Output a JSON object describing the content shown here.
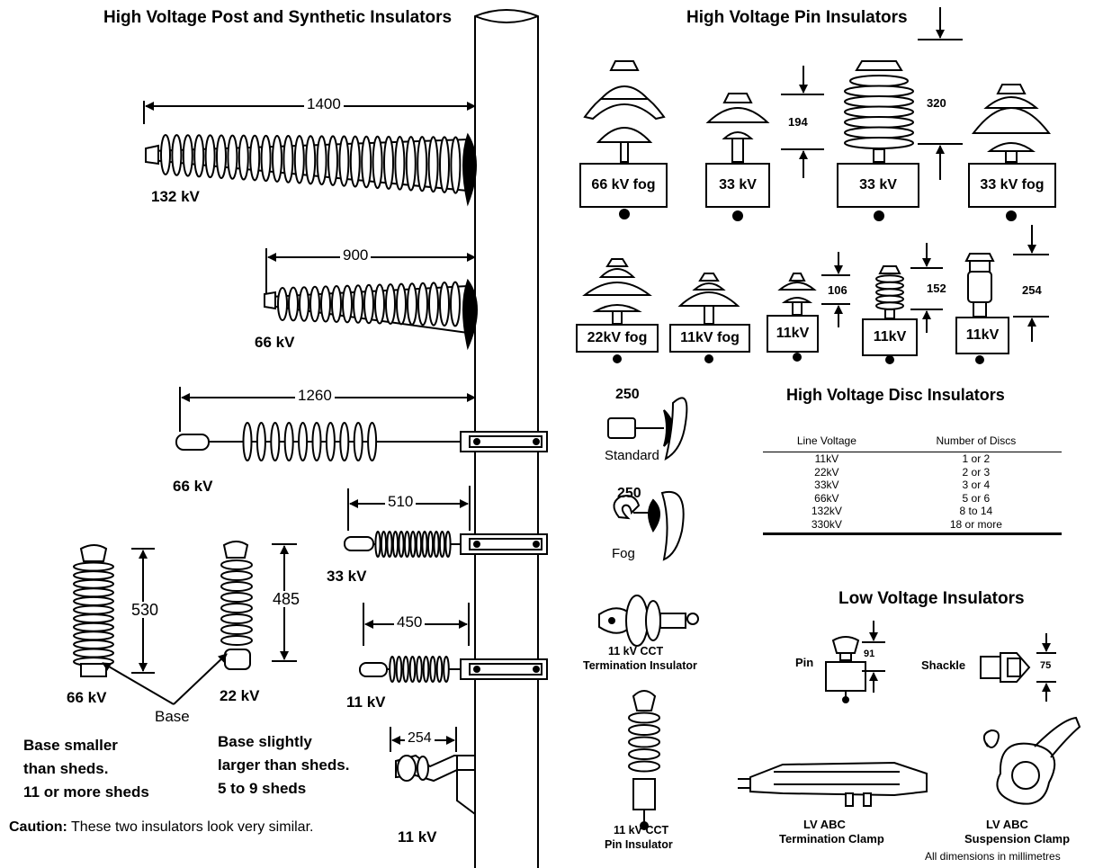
{
  "titles": {
    "post_synthetic": "High Voltage Post and Synthetic Insulators",
    "pin": "High Voltage Pin Insulators",
    "disc": "High Voltage Disc Insulators",
    "low_voltage": "Low Voltage Insulators"
  },
  "post_synthetic": {
    "items": [
      {
        "voltage": "132 kV",
        "dimension": "1400"
      },
      {
        "voltage": "66 kV",
        "dimension": "900"
      },
      {
        "voltage": "66 kV",
        "dimension": "1260"
      },
      {
        "voltage": "33 kV",
        "dimension": "510"
      },
      {
        "voltage": "11 kV",
        "dimension": "450"
      },
      {
        "voltage": "11 kV",
        "dimension": "254"
      }
    ],
    "comparison": {
      "left_voltage": "66 kV",
      "left_height": "530",
      "right_voltage": "22 kV",
      "right_height": "485",
      "base_label": "Base",
      "left_note": [
        "Base smaller",
        "than sheds.",
        "11 or more sheds"
      ],
      "right_note": [
        "Base slightly",
        "larger than sheds.",
        "5 to 9 sheds"
      ],
      "caution_label": "Caution:",
      "caution_text": " These two insulators look very similar."
    }
  },
  "pin": {
    "row1": [
      "66 kV fog",
      "33 kV",
      "33 kV",
      "33 kV fog"
    ],
    "row1_dims": [
      "194",
      "320"
    ],
    "row2": [
      "22kV fog",
      "11kV fog",
      "11kV",
      "11kV",
      "11kV"
    ],
    "row2_dims": [
      "106",
      "152",
      "254"
    ]
  },
  "disc": {
    "standard_label": "Standard",
    "standard_dim": "250",
    "fog_label": "Fog",
    "fog_dim": "250",
    "headers": [
      "Line Voltage",
      "Number of Discs"
    ],
    "rows": [
      [
        "11kV",
        "1 or 2"
      ],
      [
        "22kV",
        "2 or 3"
      ],
      [
        "33kV",
        "3 or 4"
      ],
      [
        "66kV",
        "5 or 6"
      ],
      [
        "132kV",
        "8 to 14"
      ],
      [
        "330kV",
        "18 or more"
      ]
    ]
  },
  "cct": {
    "termination": [
      "11 kV CCT",
      "Termination Insulator"
    ],
    "pin": [
      "11 kV CCT",
      "Pin Insulator"
    ]
  },
  "low_voltage": {
    "pin_label": "Pin",
    "pin_dim": "91",
    "shackle_label": "Shackle",
    "shackle_dim": "75",
    "termination_clamp": [
      "LV ABC",
      "Termination Clamp"
    ],
    "suspension_clamp": [
      "LV ABC",
      "Suspension Clamp"
    ]
  },
  "footnote": "All dimensions in millimetres"
}
